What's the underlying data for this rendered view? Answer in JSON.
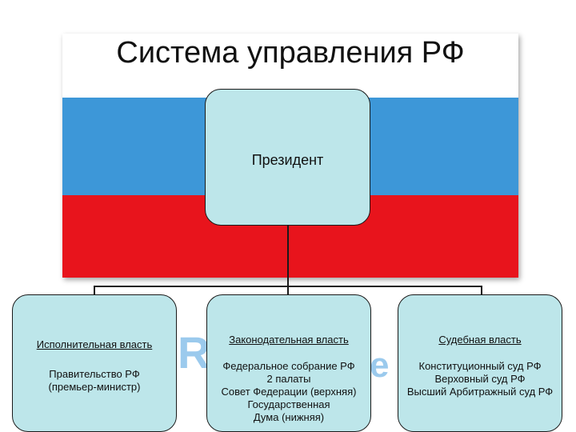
{
  "title": "Система управления РФ",
  "flag_colors": {
    "white": "#ffffff",
    "blue": "#3d97d8",
    "red": "#e8141c"
  },
  "box_color": "#bde6ea",
  "president": {
    "label": "Президент"
  },
  "branches": [
    {
      "heading": "Исполнительная власть",
      "lines": [
        "Правительство РФ",
        "(премьер-министр)"
      ]
    },
    {
      "heading": "Законодательная власть",
      "lines": [
        "Федеральное собрание РФ",
        "2 палаты",
        "Совет Федерации (верхняя)",
        "Государственная",
        "Дума (нижняя)"
      ]
    },
    {
      "heading": "Судебная власть",
      "lines": [
        "Конституционный суд РФ",
        "Верховный суд РФ",
        "Высший Арбитражный суд РФ"
      ]
    }
  ]
}
